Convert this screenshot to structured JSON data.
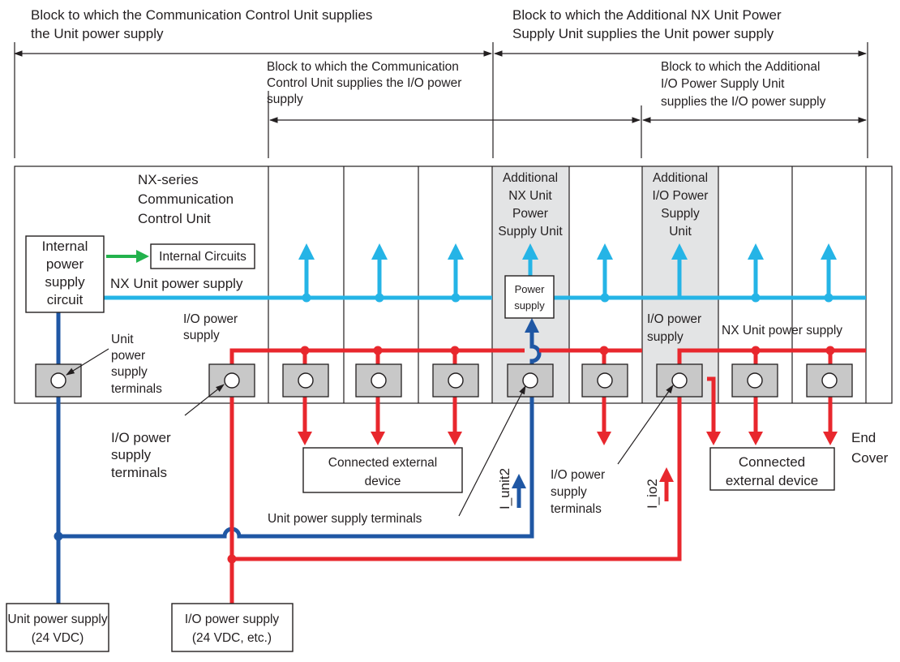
{
  "colors": {
    "unit_power_line": "#1f57a4",
    "io_power_line": "#e8272d",
    "nx_bus_line": "#25b4e6",
    "internal_arrow": "#22b24c",
    "shaded_unit": "#e3e4e5",
    "terminal_block": "#c8c8c8"
  },
  "top_labels": {
    "cu_unit_block_1": "Block to which the Communication Control Unit supplies",
    "cu_unit_block_2": "the Unit power supply",
    "add_nx_block_1": "Block to which the Additional NX Unit Power",
    "add_nx_block_2": "Supply Unit supplies the Unit power supply",
    "cu_io_block_1": "Block to which the Communication",
    "cu_io_block_2": "Control Unit supplies the I/O power",
    "cu_io_block_3": "supply",
    "add_io_block_1": "Block to which the Additional",
    "add_io_block_2": "I/O Power Supply Unit",
    "add_io_block_3": "supplies the I/O power supply"
  },
  "units": {
    "cu_1": "NX-series",
    "cu_2": "Communication",
    "cu_3": "Control Unit",
    "add_nx_1": "Additional",
    "add_nx_2": "NX Unit",
    "add_nx_3": "Power",
    "add_nx_4": "Supply Unit",
    "add_io_1": "Additional",
    "add_io_2": "I/O Power",
    "add_io_3": "Supply",
    "add_io_4": "Unit",
    "end_cover_1": "End",
    "end_cover_2": "Cover"
  },
  "inner": {
    "internal_psc_1": "Internal",
    "internal_psc_2": "power",
    "internal_psc_3": "supply",
    "internal_psc_4": "circuit",
    "internal_circuits": "Internal Circuits",
    "nx_unit_power_supply": "NX Unit power supply",
    "io_power_supply_1": "I/O power",
    "io_power_supply_2": "supply",
    "power_supply_1": "Power",
    "power_supply_2": "supply",
    "add_io_power_1": "I/O power",
    "add_io_power_2": "supply",
    "nx_unit_power_supply_right": "NX Unit power supply",
    "unit_ps_terminals_1": "Unit",
    "unit_ps_terminals_2": "power",
    "unit_ps_terminals_3": "supply",
    "unit_ps_terminals_4": "terminals"
  },
  "below": {
    "io_ps_terminals_left_1": "I/O power",
    "io_ps_terminals_left_2": "supply",
    "io_ps_terminals_left_3": "terminals",
    "connected_device_1_1": "Connected external",
    "connected_device_1_2": "device",
    "connected_device_2_1": "Connected",
    "connected_device_2_2": "external device",
    "io_ps_terminals_mid_1": "I/O power",
    "io_ps_terminals_mid_2": "supply",
    "io_ps_terminals_mid_3": "terminals",
    "unit_ps_terminals_bottom": "Unit power supply terminals",
    "i_unit2": "I_unit2",
    "i_io2": "I_io2"
  },
  "supplies": {
    "unit_ps_1": "Unit power supply",
    "unit_ps_2": "(24 VDC)",
    "io_ps_1": "I/O power supply",
    "io_ps_2": "(24 VDC, etc.)"
  }
}
